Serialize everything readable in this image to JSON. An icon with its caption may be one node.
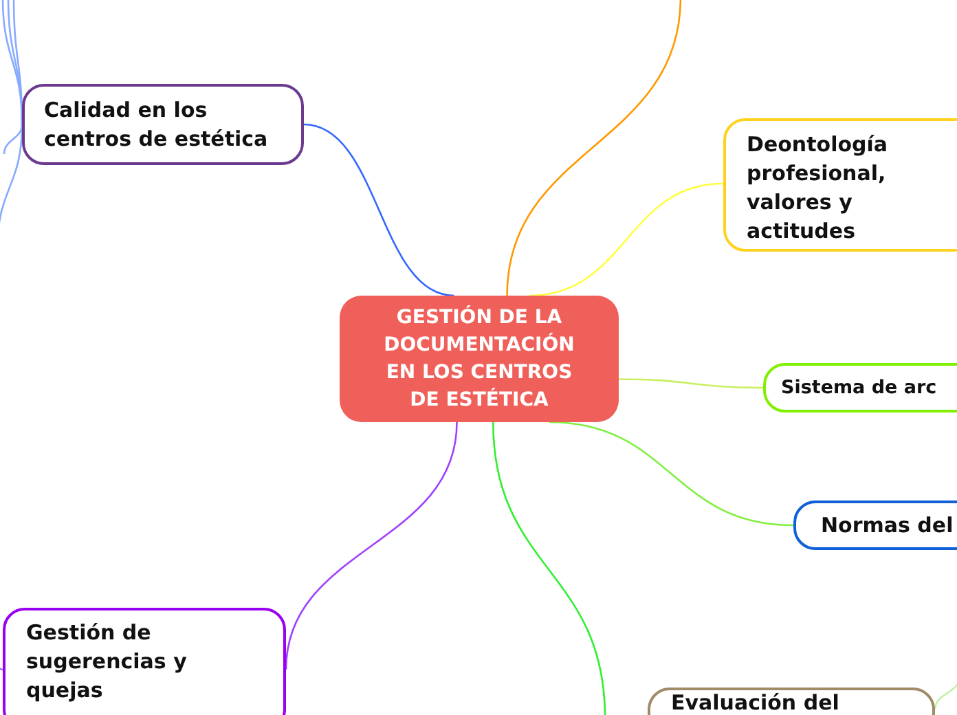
{
  "diagram": {
    "nodes": [
      {
        "text": [
          "GESTIÓN DE LA DOCUMENTACIÓN EN LOS CENTROS DE ESTÉTICA"
        ]
      },
      {
        "text": [
          "Calidad en los centros de estética"
        ]
      },
      {
        "text": [
          "Deontología profesional, valores y actitudes"
        ]
      },
      {
        "text": [
          "Sistema de arc"
        ]
      },
      {
        "text": [
          "Normas del"
        ]
      },
      {
        "text": [
          "Gestión de sugerencias y quejas"
        ]
      },
      {
        "text": [
          "Evaluación del"
        ]
      }
    ],
    "edges": [
      {
        "from": 0,
        "to": 1,
        "arrow": "none",
        "color": "#3366ff"
      },
      {
        "from": 0,
        "to": 2,
        "arrow": "none",
        "color": "#ffff40"
      },
      {
        "from": 0,
        "to": 3,
        "arrow": "none",
        "color": "#c8f060"
      },
      {
        "from": 0,
        "to": 4,
        "arrow": "none",
        "color": "#80f040"
      },
      {
        "from": 0,
        "to": 5,
        "arrow": "none",
        "color": "#a040ff"
      },
      {
        "from": 0,
        "to": null,
        "arrow": "none",
        "color": "#ff9900"
      },
      {
        "from": 0,
        "to": null,
        "arrow": "none",
        "color": "#30f030"
      },
      {
        "from": 1,
        "to": null,
        "arrow": "none",
        "color": "#88aaff"
      },
      {
        "from": 1,
        "to": null,
        "arrow": "none",
        "color": "#88aaff"
      },
      {
        "from": 1,
        "to": null,
        "arrow": "none",
        "color": "#88aaff"
      },
      {
        "from": 1,
        "to": null,
        "arrow": "none",
        "color": "#88aaff"
      },
      {
        "from": 1,
        "to": null,
        "arrow": "none",
        "color": "#88aaff"
      },
      {
        "from": 5,
        "to": null,
        "arrow": "none",
        "color": "#b070ff"
      },
      {
        "from": 6,
        "to": null,
        "arrow": "none",
        "color": "#c0f0a0"
      }
    ]
  }
}
